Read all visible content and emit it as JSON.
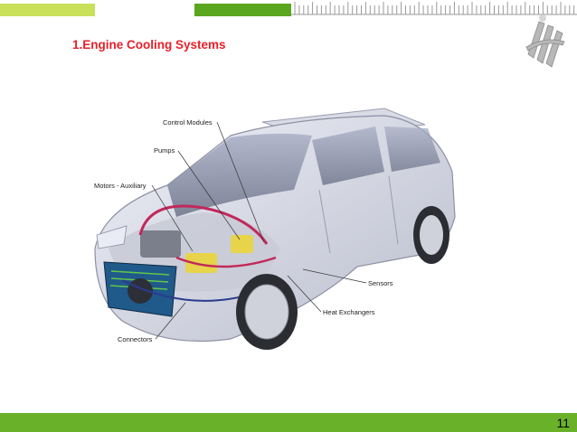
{
  "slide": {
    "title": "1.Engine Cooling Systems",
    "page_number": "11"
  },
  "colors": {
    "accent_light_green": "#c8e05a",
    "accent_dark_green": "#5aa61e",
    "footer_green": "#6ab12a",
    "title_red": "#e8202a"
  },
  "callouts": {
    "control_modules": "Control Modules",
    "pumps": "Pumps",
    "motors_auxiliary": "Motors - Auxiliary",
    "sensors": "Sensors",
    "heat_exchangers": "Heat Exchangers",
    "connectors": "Connectors"
  },
  "icons": {
    "logo": "university-logo-icon",
    "illustration": "car-cutaway-illustration"
  }
}
